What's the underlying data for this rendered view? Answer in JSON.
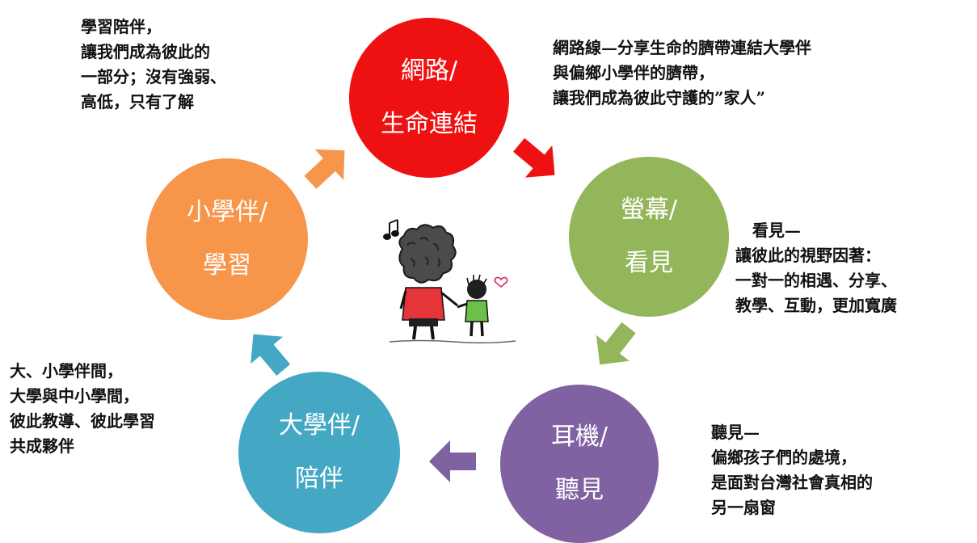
{
  "circles": {
    "network": {
      "line1": "網路/",
      "line2": "生命連結",
      "color": "#ee1111"
    },
    "screen": {
      "line1": "螢幕/",
      "line2": "看見",
      "color": "#92b659"
    },
    "earphone": {
      "line1": "耳機/",
      "line2": "聽見",
      "color": "#8062a2"
    },
    "big_partner": {
      "line1": "大學伴/",
      "line2": "陪伴",
      "color": "#44a8c4"
    },
    "small_partner": {
      "line1": "小學伴/",
      "line2": "學習",
      "color": "#f7954a"
    }
  },
  "notes": {
    "study": "學習陪伴，\n讓我們成為彼此的\n一部分；沒有強弱、\n高低，只有了解",
    "network": "網路線—分享生命的臍帶連結大學伴\n與偏鄉小學伴的臍帶，\n讓我們成為彼此守護的”家人”",
    "screen": "   看見—\n讓彼此的視野因著：\n一對一的相遇、分享、\n教學、互動，更加寬廣",
    "partner": "大、小學伴間，\n大學與中小學間，\n彼此教導、彼此學習\n共成夥伴",
    "ear": "聽見—\n偏鄉孩子們的處境，\n是面對台灣社會真相的\n另一扇窗"
  },
  "illustration": {
    "subject": "adult-and-child-holding-hands"
  }
}
